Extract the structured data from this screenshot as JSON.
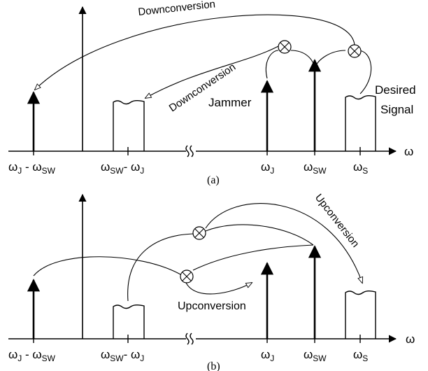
{
  "panel_a": {
    "caption": "(a)",
    "axis_symbol": "ω",
    "ticks": [
      {
        "main": "ω",
        "sub": "J",
        "mid": " - ω",
        "sub2": "SW"
      },
      {
        "main": "ω",
        "sub": "SW",
        "mid": "- ω",
        "sub2": "J"
      },
      {
        "main": "ω",
        "sub": "J"
      },
      {
        "main": "ω",
        "sub": "SW"
      },
      {
        "main": "ω",
        "sub": "S"
      }
    ],
    "jammer_label": "Jammer",
    "desired_label_line1": "Desired",
    "desired_label_line2": "Signal",
    "arrow_label_1": "Downconversion",
    "arrow_label_2": "Downconversion"
  },
  "panel_b": {
    "caption": "(b)",
    "axis_symbol": "ω",
    "ticks": [
      {
        "main": "ω",
        "sub": "J",
        "mid": " - ω",
        "sub2": "SW"
      },
      {
        "main": "ω",
        "sub": "SW",
        "mid": "- ω",
        "sub2": "J"
      },
      {
        "main": "ω",
        "sub": "J"
      },
      {
        "main": "ω",
        "sub": "SW"
      },
      {
        "main": "ω",
        "sub": "S"
      }
    ],
    "arrow_label_1": "Upconversion",
    "arrow_label_2": "Upconversion"
  },
  "mixer_symbol": "⊗"
}
